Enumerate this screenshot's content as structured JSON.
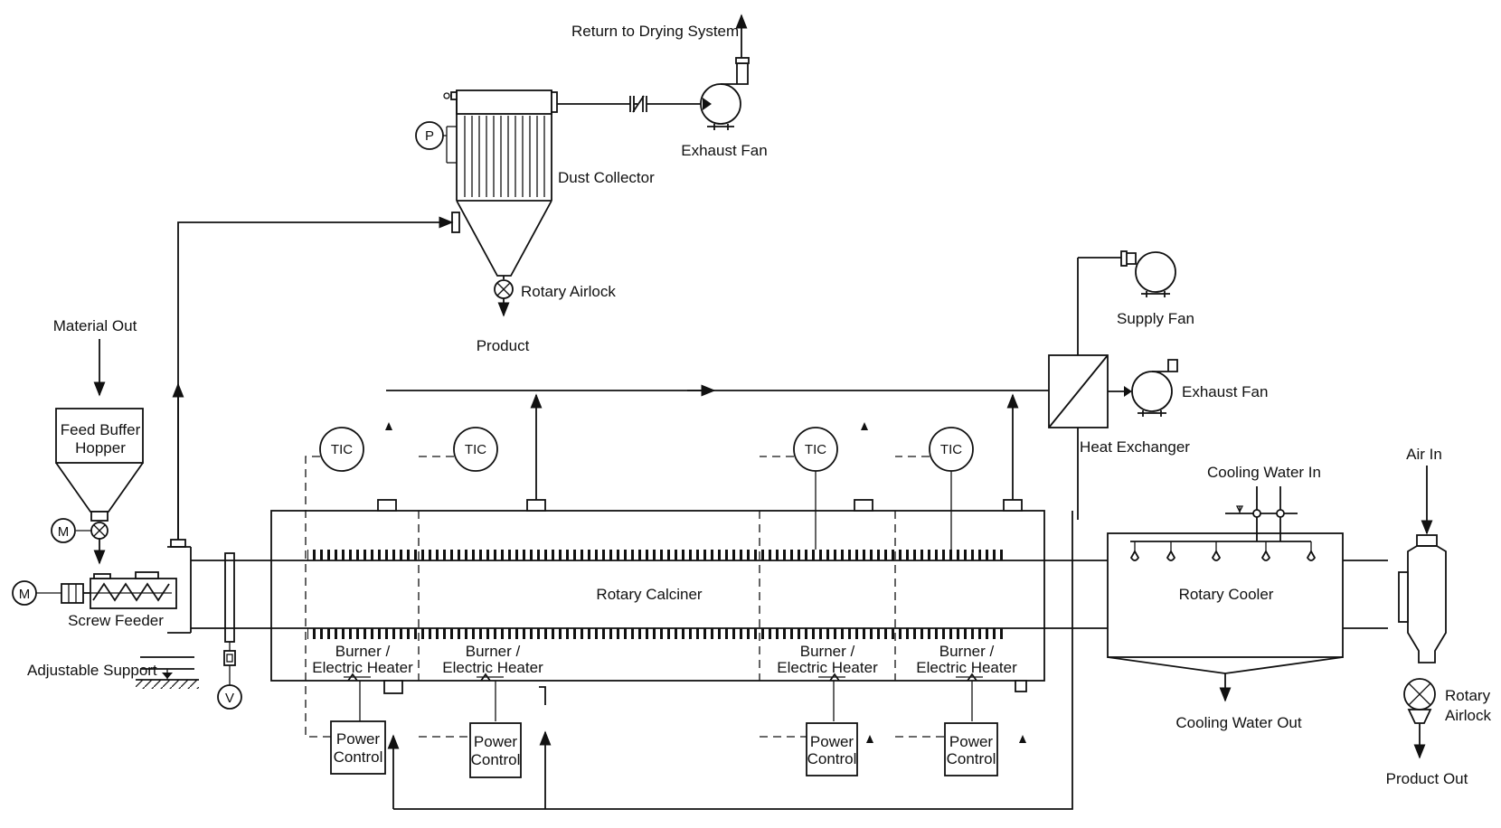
{
  "labels": {
    "return_to_drying_system": "Return to Drying System",
    "exhaust_fan_top": "Exhaust Fan",
    "dust_collector": "Dust Collector",
    "rotary_airlock_top": "Rotary Airlock",
    "product": "Product",
    "material_out": "Material Out",
    "feed_buffer_hopper_line1": "Feed Buffer",
    "feed_buffer_hopper_line2": "Hopper",
    "screw_feeder": "Screw Feeder",
    "adjustable_support": "Adjustable Support",
    "supply_fan": "Supply Fan",
    "exhaust_fan_right": "Exhaust Fan",
    "heat_exchanger": "Heat Exchanger",
    "cooling_water_in": "Cooling Water In",
    "air_in": "Air In",
    "rotary_calciner": "Rotary Calciner",
    "rotary_cooler": "Rotary Cooler",
    "cooling_water_out": "Cooling Water Out",
    "rotary_airlock_right_line1": "Rotary",
    "rotary_airlock_right_line2": "Airlock",
    "product_out": "Product Out",
    "burner_line1": "Burner /",
    "burner_line2": "Electric Heater",
    "power_control_line1": "Power",
    "power_control_line2": "Control"
  },
  "instruments": {
    "tic": "TIC",
    "motor": "M",
    "pressure": "P",
    "valve": "V"
  },
  "zones": [
    {
      "tic": "TIC"
    },
    {
      "tic": "TIC"
    },
    {
      "tic": "TIC"
    },
    {
      "tic": "TIC"
    }
  ]
}
